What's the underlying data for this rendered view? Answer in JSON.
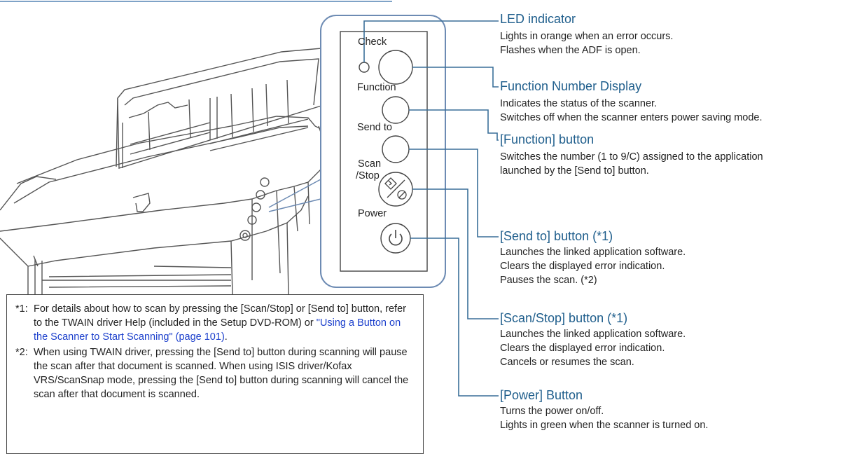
{
  "panel": {
    "check_label": "Check",
    "function_label": "Function",
    "send_to_label": "Send to",
    "scan_label": "Scan",
    "stop_label": "/Stop",
    "power_label": "Power"
  },
  "callouts": [
    {
      "title": "LED indicator",
      "lines": [
        "Lights in orange when an error occurs.",
        "Flashes when the ADF is open."
      ]
    },
    {
      "title": "Function Number Display",
      "lines": [
        "Indicates the status of the scanner.",
        "Switches off when the scanner enters power saving mode."
      ]
    },
    {
      "title": "[Function] button",
      "lines": [
        "Switches the number (1 to 9/C) assigned to the application",
        "launched by the [Send to] button."
      ]
    },
    {
      "title": "[Send to] button (*1)",
      "lines": [
        "Launches the linked application software.",
        "Clears the displayed error indication.",
        "Pauses the scan. (*2)"
      ]
    },
    {
      "title": "[Scan/Stop] button (*1)",
      "lines": [
        "Launches the linked application software.",
        "Clears the displayed error indication.",
        "Cancels or resumes the scan."
      ]
    },
    {
      "title": "[Power] Button",
      "lines": [
        "Turns the power on/off.",
        "Lights in green when the scanner is turned on."
      ]
    }
  ],
  "footnotes": {
    "fn1_mark": "*1:",
    "fn1_text_a": "For details about how to scan by pressing the [Scan/Stop] or [Send to] button, refer to the TWAIN driver Help (included in the Setup DVD-ROM) or ",
    "fn1_link": "\"Using a Button on the Scanner to Start Scanning\" (page 101)",
    "fn1_text_b": ".",
    "fn2_mark": "*2:",
    "fn2_text": "When using TWAIN driver, pressing the [Send to] button during scanning will pause the scan after that document is scanned. When using ISIS driver/Kofax VRS/ScanSnap mode, pressing the [Send to] button during scanning will cancel the scan after that document is scanned."
  },
  "colors": {
    "title": "#1f5e8c",
    "link": "#1b3fcc",
    "panel_outline": "#6d8bb3",
    "leader": "#3a6f99",
    "drawing": "#555555"
  },
  "icons": [
    "scan-stop-icon",
    "power-icon",
    "scanner-illustration"
  ]
}
